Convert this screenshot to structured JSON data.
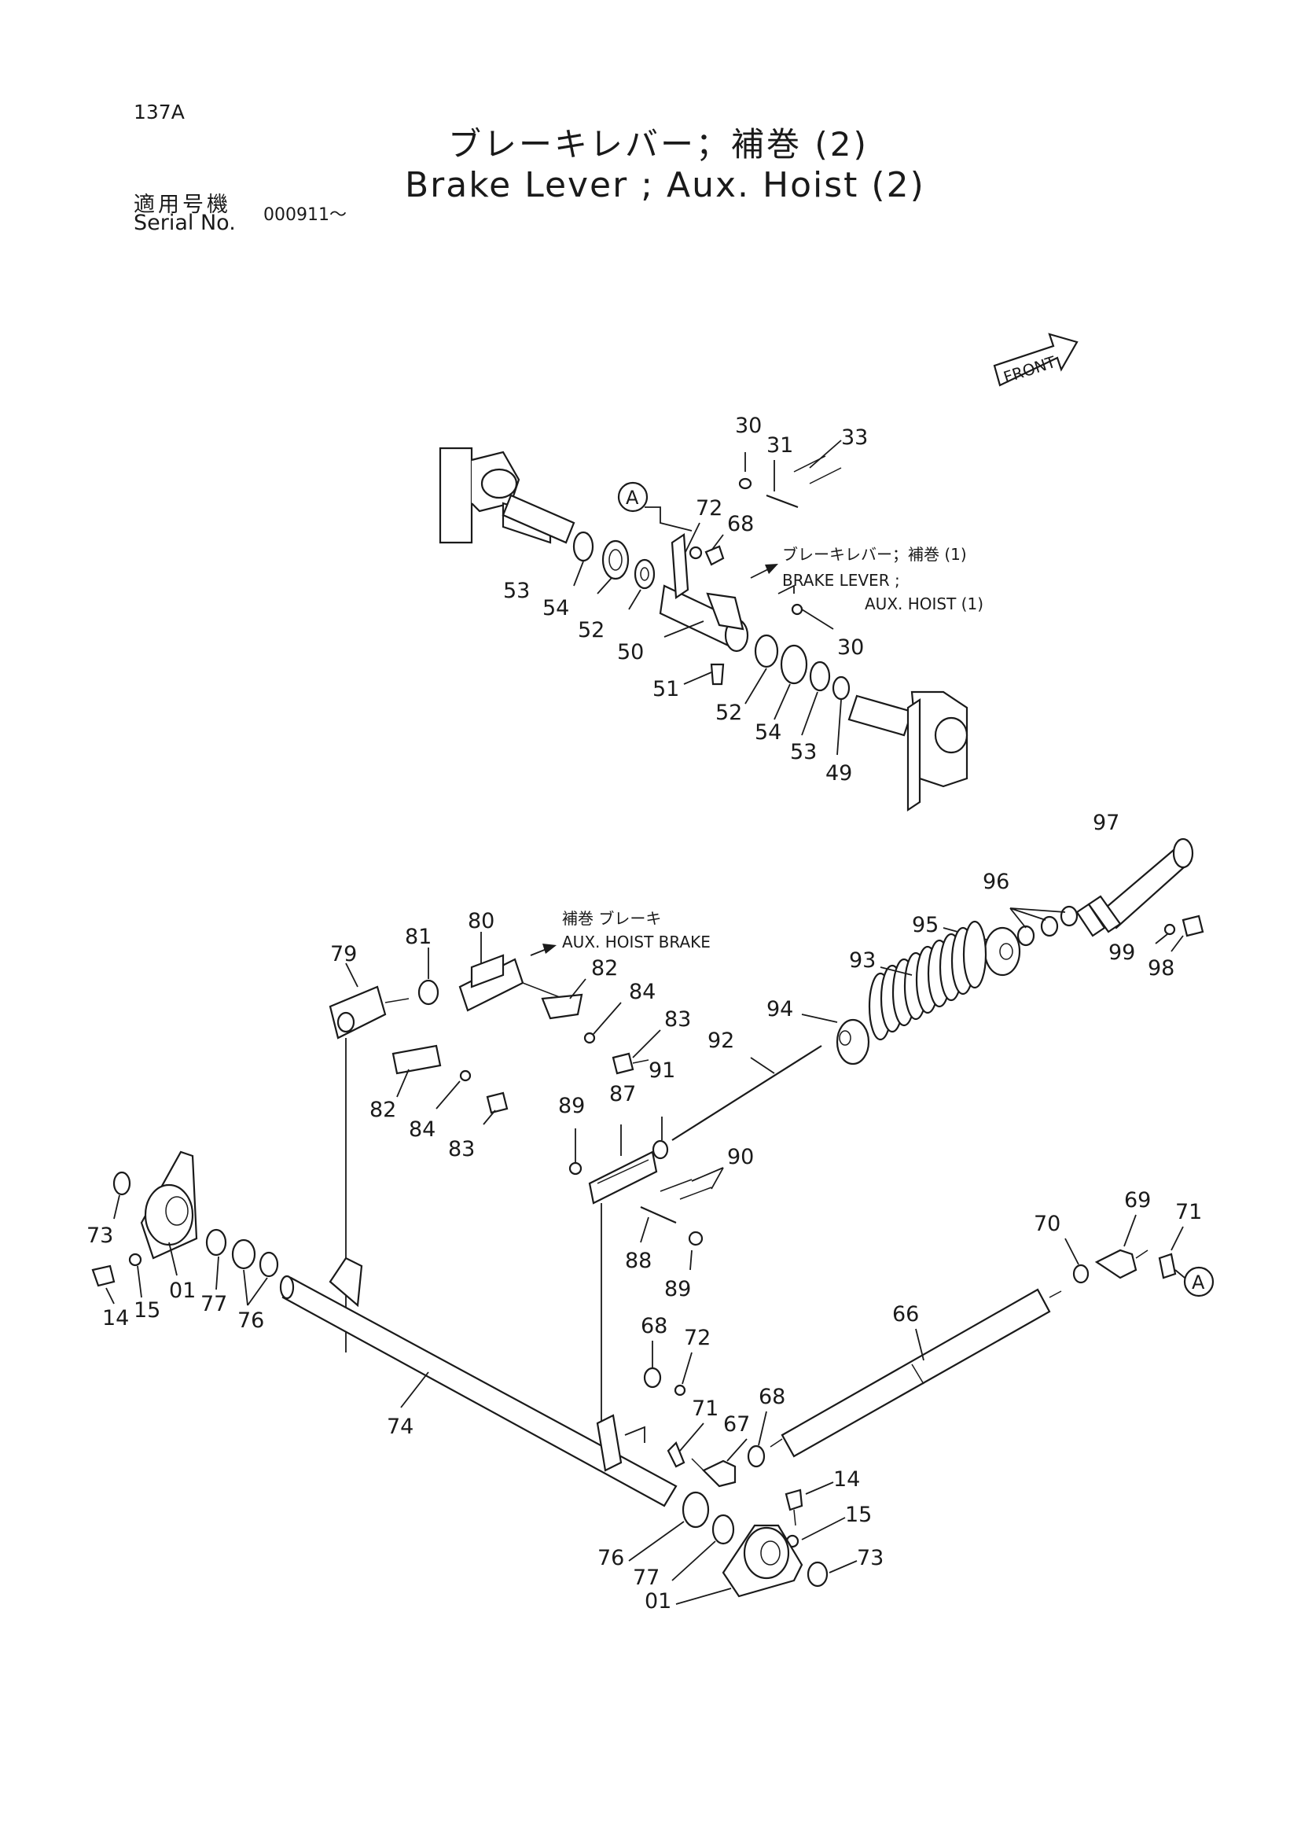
{
  "header": {
    "page_id": "137A",
    "title_jp": "ブレーキレバー；補巻 (2)",
    "title_en": "Brake Lever ; Aux. Hoist (2)",
    "serial_label_jp": "適用号機",
    "serial_label_en": "Serial No.",
    "serial_value": "000911～"
  },
  "front_tag": "FRONT",
  "callouts": {
    "upper_jp": "ブレーキレバー；補巻 (1)",
    "upper_en_1": "BRAKE LEVER ;",
    "upper_en_2": "AUX. HOIST (1)",
    "middle_jp": "補巻 ブレーキ",
    "middle_en": "AUX. HOIST BRAKE"
  },
  "ref_markers": [
    "A",
    "A"
  ],
  "part_numbers": {
    "upper": [
      "30",
      "31",
      "33",
      "72",
      "68",
      "53",
      "54",
      "52",
      "50",
      "30",
      "51",
      "52",
      "54",
      "53",
      "49"
    ],
    "middle": [
      "97",
      "96",
      "95",
      "99",
      "98",
      "93",
      "94",
      "92",
      "80",
      "81",
      "79",
      "82",
      "84",
      "83",
      "82",
      "84",
      "83",
      "87",
      "91",
      "89",
      "90",
      "88",
      "89"
    ],
    "lower": [
      "73",
      "01",
      "15",
      "14",
      "77",
      "76",
      "74",
      "68",
      "72",
      "71",
      "67",
      "68",
      "66",
      "70",
      "69",
      "71",
      "14",
      "15",
      "76",
      "77",
      "01",
      "73"
    ]
  },
  "icons": [
    "front-arrow-icon",
    "direction-arrow-icon"
  ]
}
